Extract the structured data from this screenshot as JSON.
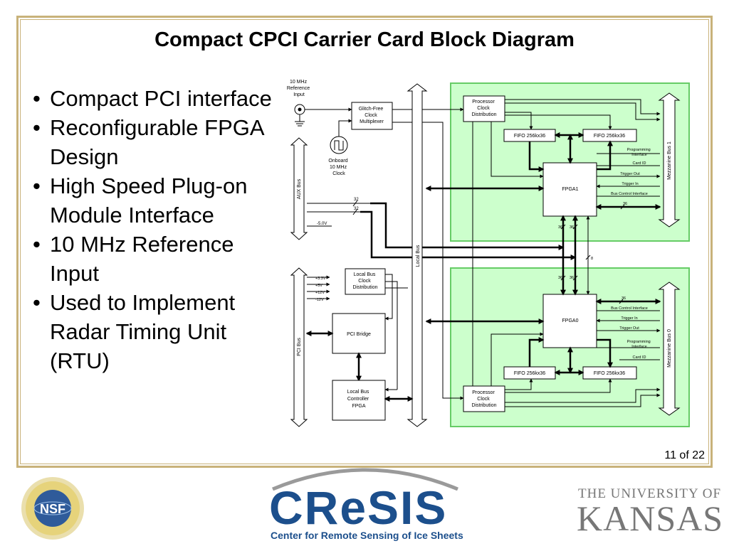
{
  "slide": {
    "title": "Compact CPCI Carrier Card Block Diagram",
    "page_number": "11 of 22",
    "bullets": [
      "Compact PCI interface",
      "Reconfigurable FPGA Design",
      "High Speed Plug-on Module Interface",
      "10 MHz Reference Input",
      "Used to Implement Radar Timing Unit (RTU)"
    ]
  },
  "diagram": {
    "ref_input": [
      "10 MHz",
      "Reference",
      "Input"
    ],
    "glitch_free": [
      "Glitch-Free",
      "Clock",
      "Multiplexer"
    ],
    "onboard": [
      "Onboard",
      "10 MHz",
      "Clock"
    ],
    "aux_bus": "AUX Bus",
    "local_bus": "Local Bus",
    "pci_bus": "PCI Bus",
    "bus32_a": "32",
    "bus32_b": "32",
    "minus5v": "-5.0V",
    "voltages": [
      "+3.3V",
      "+5V",
      "+12V",
      "-12V"
    ],
    "local_bus_clock": [
      "Local Bus",
      "Clock",
      "Distribution"
    ],
    "pci_bridge": "PCI Bridge",
    "local_bus_controller": [
      "Local Bus",
      "Controller",
      "FPGA"
    ],
    "proc_clock": [
      "Processor",
      "Clock",
      "Distribution"
    ],
    "fifo": "FIFO 256kx36",
    "fpga1": "FPGA1",
    "fpga0": "FPGA0",
    "programming_interface": [
      "Programming",
      "Interface"
    ],
    "card_id": "Card ID",
    "trigger_out": "Trigger Out",
    "trigger_in": "Trigger In",
    "bus_control_interface": "Bus Control Interface",
    "bus36": "36",
    "bus8": "8",
    "mezz1": "Mezzanine Bus 1",
    "mezz0": "Mezzanine Bus 0"
  },
  "footer": {
    "nsf": "NSF",
    "cresis": "CReSIS",
    "cresis_sub": "Center for Remote Sensing of Ice Sheets",
    "ku_line1": "THE UNIVERSITY OF",
    "ku_line2": "KANSAS"
  },
  "colors": {
    "green_fill": "#ccffcc",
    "green_border": "#66cc66",
    "frame": "#c8b27a",
    "cresis_blue": "#1c4f8c"
  }
}
